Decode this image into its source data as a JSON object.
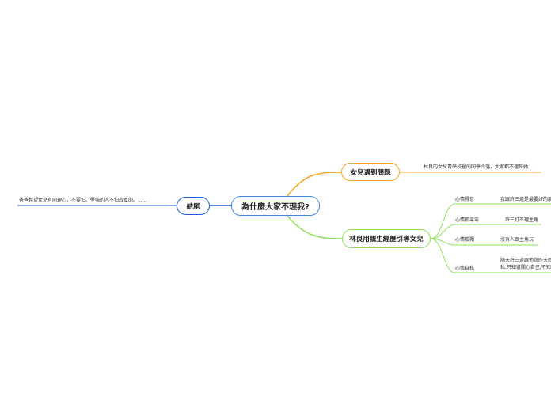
{
  "central": {
    "title": "為什麼大家不理我?"
  },
  "branches": {
    "problem": {
      "title": "女兒遇到問題",
      "note": "林良的女兒青學校裡的同學冷落，大家都不理睬她..."
    },
    "guide": {
      "title": "林良用親生經歷引導女兒",
      "subtopics": [
        {
          "label": "心情得意",
          "note": [
            "我跟許三道是最要好的朋友"
          ]
        },
        {
          "label": "心情孤零零",
          "note": [
            "許三打不理主角"
          ]
        },
        {
          "label": "心情孤獨",
          "note": [
            "沒有人跟主角玩"
          ]
        },
        {
          "label": "心情自私",
          "note": [
            "隔天許三道跟他說昨天她",
            "私,只知道關心自己,不知道"
          ]
        }
      ]
    },
    "ending": {
      "title": "結尾",
      "note": "爸爸希望女兒有同理心，不要怕。堅強的人不怕寂寞的。......"
    }
  },
  "colors": {
    "central": "#3f8bd9",
    "problem": "#f5a623",
    "guide": "#8ee05e",
    "ending": "#1e5bd6"
  }
}
